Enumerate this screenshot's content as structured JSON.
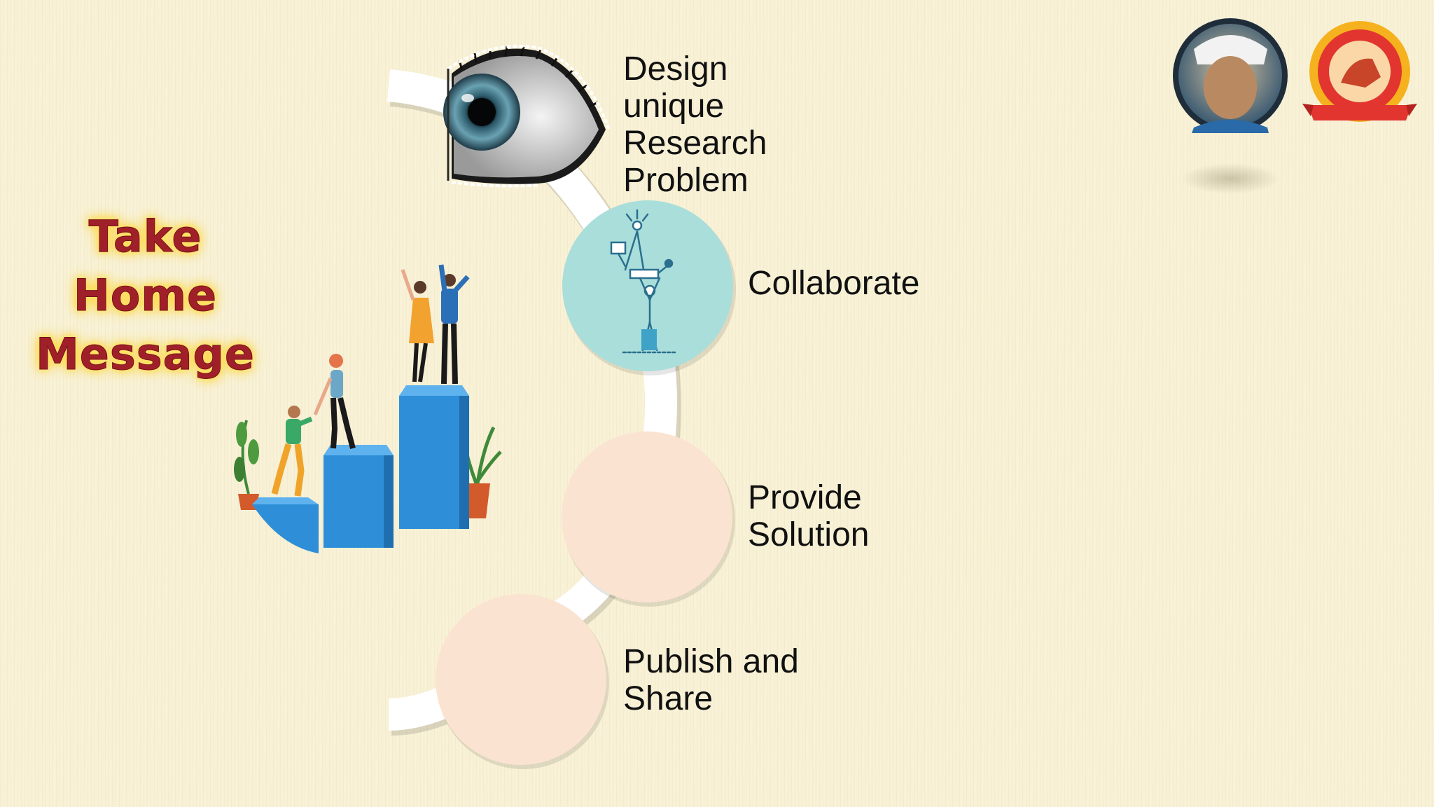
{
  "slide": {
    "title_line1": "Take Home",
    "title_line2": "Message"
  },
  "steps": [
    {
      "label": "Design\nunique\nResearch\nProblem",
      "icon": "eye-icon"
    },
    {
      "label": "Collaborate",
      "icon": "teamwork-lift-icon"
    },
    {
      "label": "Provide\nSolution",
      "icon": ""
    },
    {
      "label": "Publish and\nShare",
      "icon": ""
    }
  ],
  "colors": {
    "title_text": "#a0202a",
    "title_glow": "#ffd43b",
    "circle_teal": "#a9dedb",
    "circle_peach": "#fbe3d1",
    "connector": "#ffffff",
    "blocks": "#2e8fd8",
    "background": "#f8f1d5"
  },
  "logos": [
    {
      "name": "founder-portrait"
    },
    {
      "name": "institution-emblem"
    }
  ]
}
